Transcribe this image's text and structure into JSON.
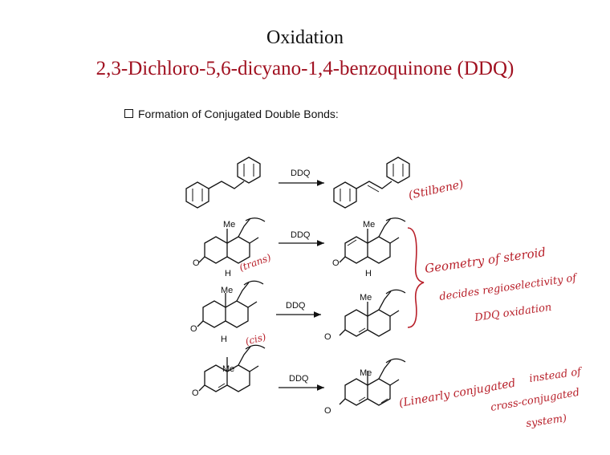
{
  "title": "Oxidation",
  "subtitle": "2,3-Dichloro-5,6-dicyano-1,4-benzoquinone (DDQ)",
  "bullet": "Formation of Conjugated Double Bonds:",
  "reagent": "DDQ",
  "atoms": {
    "methyl": "Me",
    "hydrogen": "H",
    "oxygen": "O"
  },
  "notes": {
    "stilbene": "(Stilbene)",
    "trans": "(trans)",
    "cis": "(cis)",
    "geometry": [
      "Geometry of steroid",
      "decides regioselectivity of",
      "DDQ oxidation"
    ],
    "linear": [
      "(Linearly conjugated",
      "instead of",
      "cross-conjugated",
      "system)"
    ]
  },
  "colors": {
    "title": "#111111",
    "subtitle": "#a01020",
    "handwriting": "#b8202a"
  }
}
